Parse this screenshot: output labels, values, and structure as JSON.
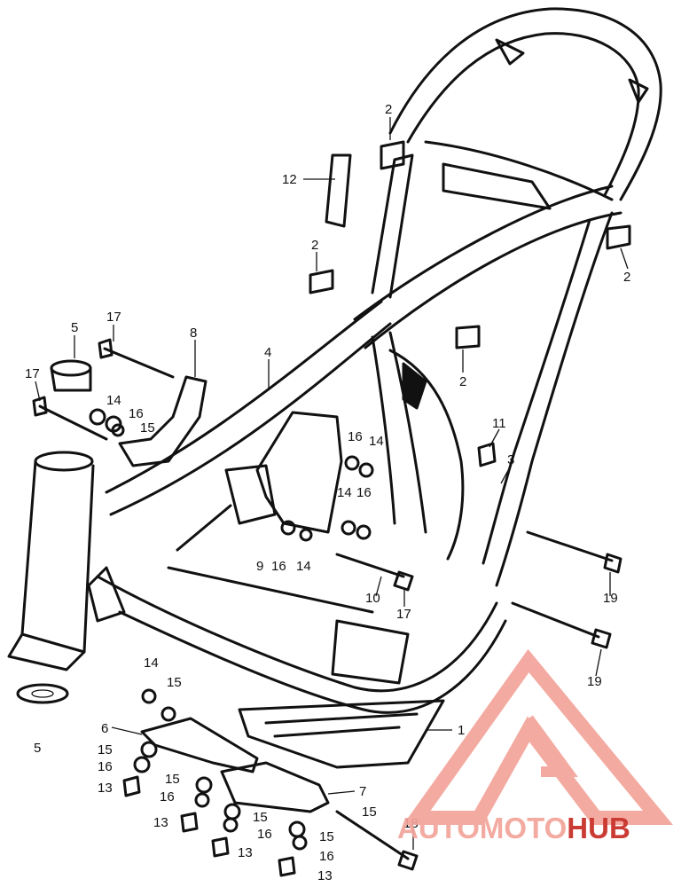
{
  "watermark": {
    "part1": "AUTO",
    "part2": "MOTO",
    "part3": "HUB",
    "color_light": "#f3a39a",
    "color_dark": "#c62b23"
  },
  "callouts": [
    {
      "id": "c-2a",
      "text": "2"
    },
    {
      "id": "c-12",
      "text": "12"
    },
    {
      "id": "c-2b",
      "text": "2"
    },
    {
      "id": "c-2c",
      "text": "2"
    },
    {
      "id": "c-2d",
      "text": "2"
    },
    {
      "id": "c-17a",
      "text": "17"
    },
    {
      "id": "c-5a",
      "text": "5"
    },
    {
      "id": "c-8",
      "text": "8"
    },
    {
      "id": "c-4",
      "text": "4"
    },
    {
      "id": "c-17b",
      "text": "17"
    },
    {
      "id": "c-14a",
      "text": "14"
    },
    {
      "id": "c-16a",
      "text": "16"
    },
    {
      "id": "c-15a",
      "text": "15"
    },
    {
      "id": "c-16b",
      "text": "16"
    },
    {
      "id": "c-14b",
      "text": "14"
    },
    {
      "id": "c-11",
      "text": "11"
    },
    {
      "id": "c-3",
      "text": "3"
    },
    {
      "id": "c-14c",
      "text": "14"
    },
    {
      "id": "c-16c",
      "text": "16"
    },
    {
      "id": "c-9",
      "text": "9"
    },
    {
      "id": "c-16d",
      "text": "16"
    },
    {
      "id": "c-14d",
      "text": "14"
    },
    {
      "id": "c-10",
      "text": "10"
    },
    {
      "id": "c-17c",
      "text": "17"
    },
    {
      "id": "c-19a",
      "text": "19"
    },
    {
      "id": "c-19b",
      "text": "19"
    },
    {
      "id": "c-14e",
      "text": "14"
    },
    {
      "id": "c-15b",
      "text": "15"
    },
    {
      "id": "c-1",
      "text": "1"
    },
    {
      "id": "c-5b",
      "text": "5"
    },
    {
      "id": "c-6",
      "text": "6"
    },
    {
      "id": "c-15c",
      "text": "15"
    },
    {
      "id": "c-16e",
      "text": "16"
    },
    {
      "id": "c-13a",
      "text": "13"
    },
    {
      "id": "c-15d",
      "text": "15"
    },
    {
      "id": "c-16f",
      "text": "16"
    },
    {
      "id": "c-7",
      "text": "7"
    },
    {
      "id": "c-13b",
      "text": "13"
    },
    {
      "id": "c-15e",
      "text": "15"
    },
    {
      "id": "c-16g",
      "text": "16"
    },
    {
      "id": "c-15f",
      "text": "15"
    },
    {
      "id": "c-15g",
      "text": "15"
    },
    {
      "id": "c-18",
      "text": "18"
    },
    {
      "id": "c-13c",
      "text": "13"
    },
    {
      "id": "c-16h",
      "text": "16"
    },
    {
      "id": "c-13d",
      "text": "13"
    }
  ]
}
